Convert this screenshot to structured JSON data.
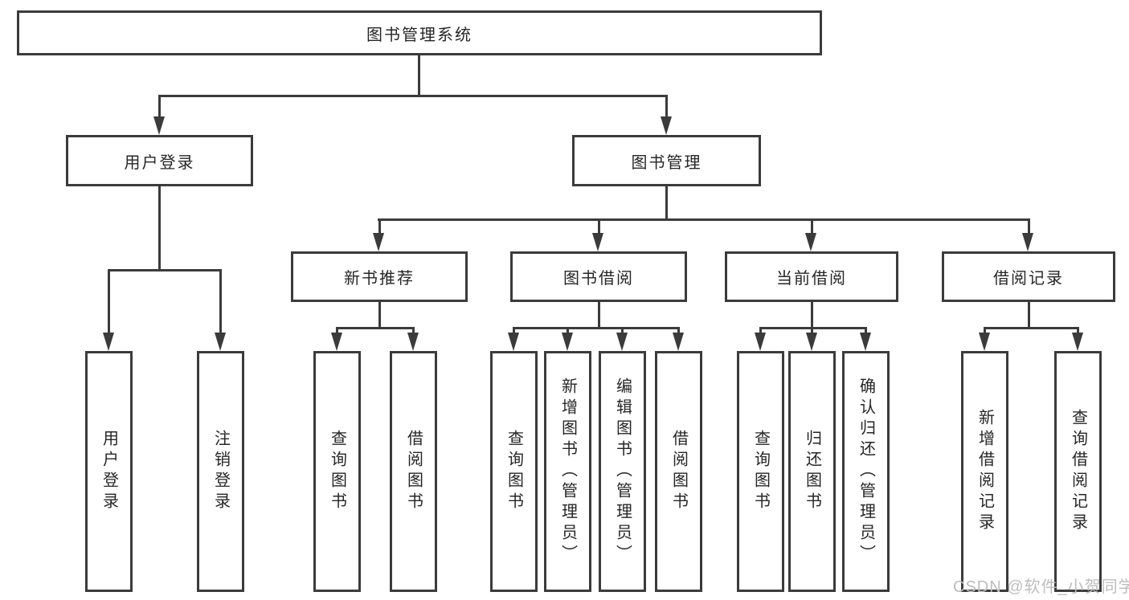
{
  "tree": {
    "label": "图书管理系统",
    "children": [
      {
        "label": "用户登录",
        "children": [
          {
            "label": "用户登录"
          },
          {
            "label": "注销登录"
          }
        ]
      },
      {
        "label": "图书管理",
        "children": [
          {
            "label": "新书推荐",
            "children": [
              {
                "label": "查询图书"
              },
              {
                "label": "借阅图书"
              }
            ]
          },
          {
            "label": "图书借阅",
            "children": [
              {
                "label": "查询图书"
              },
              {
                "label": "新增图书（管理员）"
              },
              {
                "label": "编辑图书（管理员）"
              },
              {
                "label": "借阅图书"
              }
            ]
          },
          {
            "label": "当前借阅",
            "children": [
              {
                "label": "查询图书"
              },
              {
                "label": "归还图书"
              },
              {
                "label": "确认归还（管理员）"
              }
            ]
          },
          {
            "label": "借阅记录",
            "children": [
              {
                "label": "新增借阅记录"
              },
              {
                "label": "查询借阅记录"
              }
            ]
          }
        ]
      }
    ]
  },
  "watermark": {
    "text": "CSDN @软件_小贺同学"
  },
  "colors": {
    "line": "#3b3b3b",
    "text": "#262626",
    "background": "#ffffff",
    "watermark": "#bdbdbd"
  }
}
